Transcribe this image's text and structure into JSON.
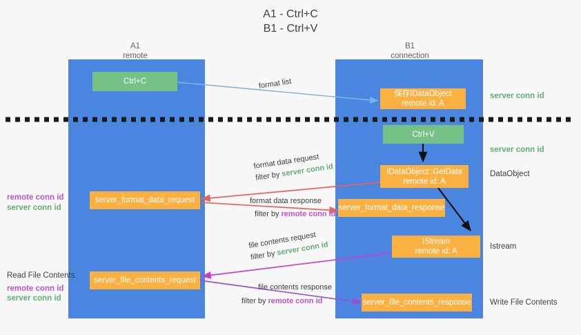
{
  "title": {
    "line1": "A1 - Ctrl+C",
    "line2": "B1 - Ctrl+V"
  },
  "columns": [
    {
      "name": "A1",
      "sub": "remote"
    },
    {
      "name": "B1",
      "sub": "connection"
    }
  ],
  "nodes": {
    "ctrl_c": "Ctrl+C",
    "ctrl_v": "Ctrl+V",
    "save_idataobject_l1": "保存IDataObject",
    "save_idataobject_l2": "remote id: A",
    "getdata_l1": "IDataObject::GetData",
    "getdata_l2": "remote id: A",
    "istream_l1": "IStream",
    "istream_l2": "remote id: A",
    "server_format_data_request": "server_format_data_request",
    "server_format_data_response": "server_format_data_response",
    "server_file_contents_request": "server_file_contents_request",
    "server_file_contents_response": "server_file_contents_response"
  },
  "right_annotations": [
    {
      "text": "server conn id",
      "style": "green"
    },
    {
      "text": "server conn id",
      "style": "green"
    },
    {
      "text": "DataObject",
      "style": "dark"
    },
    {
      "text": "Istream",
      "style": "dark"
    },
    {
      "text": "Write File Contents",
      "style": "dark"
    }
  ],
  "left_annotations": {
    "format_remote": "remote conn id",
    "format_server": "server conn id",
    "read_file_contents": "Read File Contents",
    "file_remote": "remote conn id",
    "file_server": "server conn id"
  },
  "edges": [
    {
      "id": "format-list",
      "label": "format list",
      "filter_prefix": "",
      "filter_value": "",
      "filter_style": ""
    },
    {
      "id": "format-data-request",
      "label": "format data request",
      "filter_prefix": "filter by ",
      "filter_value": "server conn id",
      "filter_style": "g"
    },
    {
      "id": "format-data-response",
      "label": "format data response",
      "filter_prefix": "filter by ",
      "filter_value": "remote conn id",
      "filter_style": "p"
    },
    {
      "id": "file-contents-request",
      "label": "file contents request",
      "filter_prefix": "filter by ",
      "filter_value": "server conn id",
      "filter_style": "g"
    },
    {
      "id": "file-contents-response",
      "label": "file contents response",
      "filter_prefix": "filter by ",
      "filter_value": "remote conn id",
      "filter_style": "p"
    }
  ],
  "colors": {
    "lane": "#4a86e0",
    "orange": "#fbb042",
    "green_box": "#76c185",
    "green_text": "#5eb06e",
    "purple_text": "#c050d0",
    "arrow_lightblue": "#7eb3e8",
    "arrow_red": "#e8635a",
    "arrow_magenta": "#cc3fcc",
    "arrow_purple": "#9b4fd0",
    "arrow_black": "#000000",
    "background": "#f8f8f8"
  }
}
